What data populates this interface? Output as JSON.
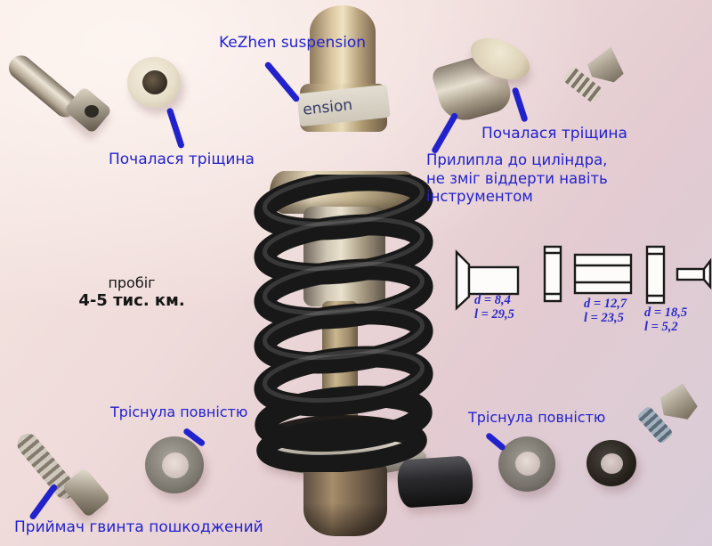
{
  "photo": {
    "sticker_text": "ension"
  },
  "labels": {
    "brand": "KeZhen suspension",
    "crack_started_left": "Почалася тріщина",
    "crack_started_right": "Почалася тріщина",
    "stuck_line1": "Прилипла до циліндра,",
    "stuck_line2": "не зміг віддерти навіть",
    "stuck_line3": "інструментом",
    "mileage_line1": "пробіг",
    "mileage_line2": "4-5 тис. км.",
    "cracked_fully_left": "Тріснула повністю",
    "cracked_fully_right": "Тріснула повністю",
    "screw_receiver_damaged": "Приймач гвинта пошкоджений"
  },
  "dimensions": {
    "bolt_small": {
      "d": "d = 8,4",
      "l": "l = 29,5"
    },
    "bushing_large": {
      "d": "d = 12,7",
      "l": "l = 23,5"
    },
    "bushing_flat": {
      "d": "d = 18,5",
      "l": "l = 5,2"
    }
  },
  "colors": {
    "annotation_blue": "#2222cc",
    "text_black": "#151515",
    "background_pink": "#eed9d7"
  }
}
